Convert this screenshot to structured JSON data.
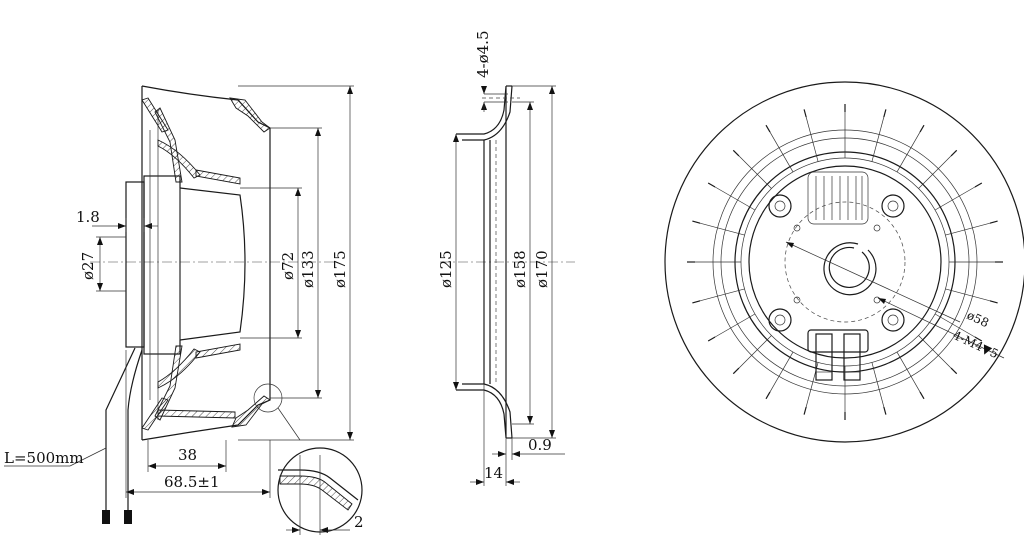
{
  "side_view": {
    "dims": {
      "d_1_8": "1.8",
      "d_27": "ø27",
      "d_72": "ø72",
      "d_133": "ø133",
      "d_175": "ø175",
      "d_38": "38",
      "d_68_5": "68.5±1",
      "cable": "L=500mm",
      "detail_2": "2"
    }
  },
  "flange_view": {
    "dims": {
      "holes": "4-ø4.5",
      "d_125": "ø125",
      "d_158": "ø158",
      "d_170": "ø170",
      "d_0_9": "0.9",
      "d_14": "14"
    }
  },
  "front_view": {
    "dims": {
      "d_58": "ø58",
      "thread": "4-M4▼5"
    }
  }
}
